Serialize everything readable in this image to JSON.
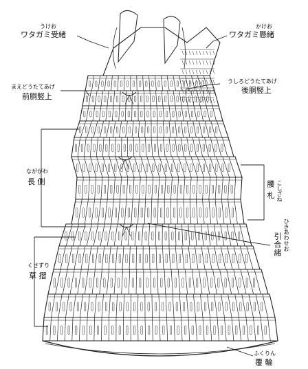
{
  "labels": {
    "uke_o": {
      "ruby": "うけお",
      "kanji": "ワタガミ受緒"
    },
    "kake_o": {
      "ruby": "かけお",
      "kanji": "ワタガミ懸緒"
    },
    "mae_do": {
      "ruby": "まえどうたてあげ",
      "kanji": "前胴竪上"
    },
    "ushiro_do": {
      "ruby": "うしろどうたてあげ",
      "kanji": "後胴竪上"
    },
    "naga_gawa": {
      "ruby": "なががわ",
      "kanji": "長 側"
    },
    "koshizane": {
      "ruby": "こしざね",
      "kanji": "腰 札"
    },
    "hikiawase_o": {
      "ruby": "ひきあわせお",
      "kanji": "引合緒"
    },
    "kusazuri": {
      "ruby": "くさずり",
      "kanji": "草 摺"
    },
    "fukurin": {
      "ruby": "ふくりん",
      "kanji": "覆 輪"
    }
  }
}
